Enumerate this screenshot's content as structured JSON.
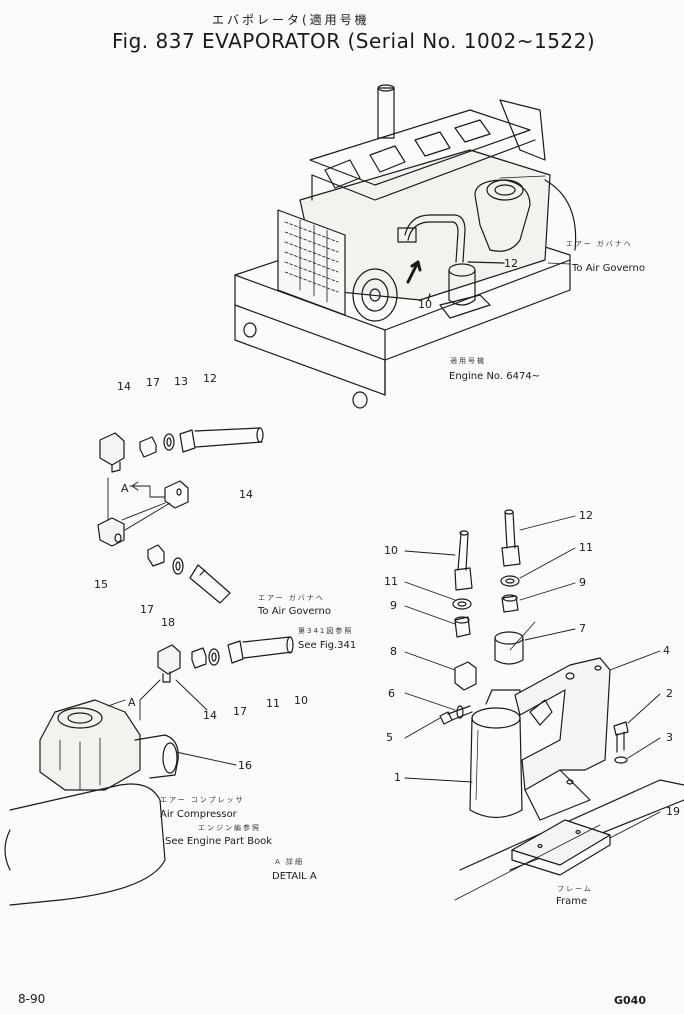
{
  "header": {
    "title_jp": "エバポレータ(適用号機",
    "title_main": "Fig. 837  EVAPORATOR (Serial No. 1002~1522)"
  },
  "notes": {
    "to_air_governo_jp_top": "エアー ガバナへ",
    "to_air_governo_top": "To Air Governo",
    "engine_no_jp": "適用号機",
    "engine_no": "Engine No. 6474~",
    "to_air_governo_jp_mid": "エアー ガバナへ",
    "to_air_governo_mid": "To Air Governo",
    "see_fig_jp": "第341図参照",
    "see_fig": "See Fig.341",
    "air_compressor_jp": "エアー コンプレッサ",
    "air_compressor": "Air Compressor",
    "engine_part_book_jp": "エンジン編参照",
    "engine_part_book": "See Engine Part Book",
    "detail_jp": "A 詳細",
    "detail": "DETAIL A",
    "frame_jp": "フレーム",
    "frame": "Frame",
    "detail_marker": "A"
  },
  "callouts": {
    "c12_engine": "12",
    "c10_engine": "10",
    "c14_top": "14",
    "c17_top": "17",
    "c13_top": "13",
    "c12_top": "12",
    "c14_mid": "14",
    "c15": "15",
    "c17_mid": "17",
    "c18": "18",
    "c14_low": "14",
    "c17_low": "17",
    "c11_low": "11",
    "c10_low": "10",
    "c16": "16",
    "c12_right": "12",
    "c10_right": "10",
    "c11_left": "11",
    "c11_right": "11",
    "c9_left": "9",
    "c9_right": "9",
    "c7": "7",
    "c8": "8",
    "c4": "4",
    "c6": "6",
    "c2": "2",
    "c5": "5",
    "c3": "3",
    "c1": "1",
    "c19": "19"
  },
  "footer": {
    "page_number": "8-90",
    "code": "G040"
  }
}
